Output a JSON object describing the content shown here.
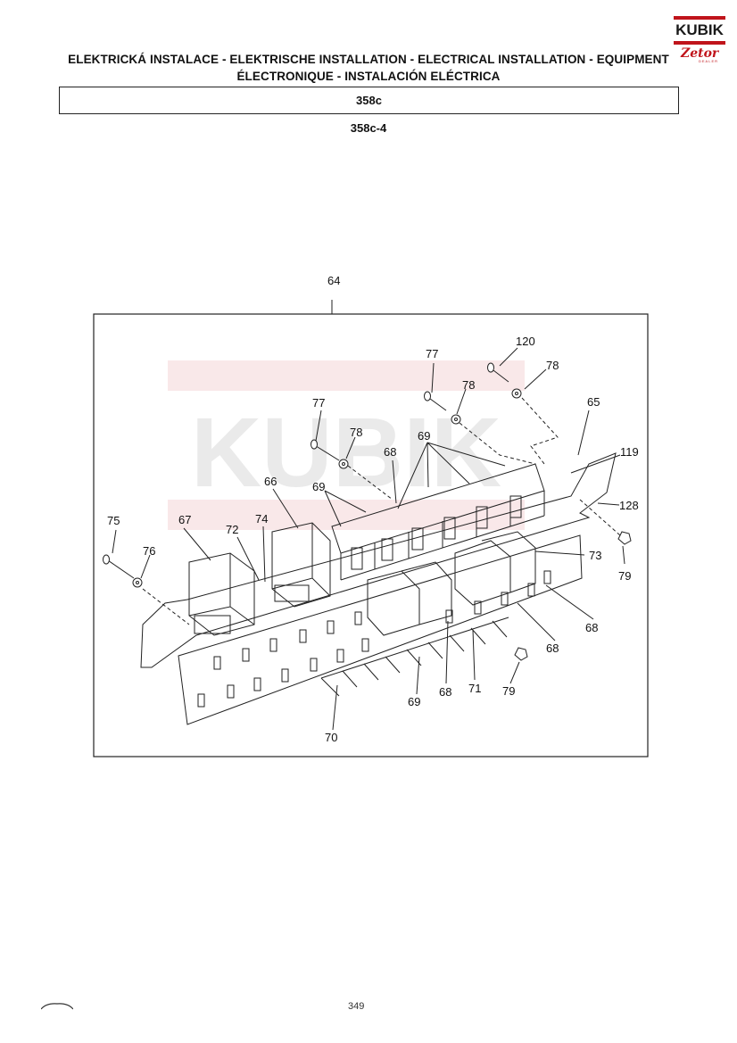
{
  "logo": {
    "brand": "KUBIK",
    "sub_brand": "Zetor",
    "tagline": "DEALER"
  },
  "header": {
    "title_line1": "ELEKTRICKÁ INSTALACE - ELEKTRISCHE INSTALLATION - ELECTRICAL INSTALLATION - EQUIPMENT",
    "title_line2": "ÉLECTRONIQUE - INSTALACIÓN ELÉCTRICA",
    "section_code": "358c",
    "figure_code": "358c-4"
  },
  "diagram": {
    "callouts": [
      "64",
      "120",
      "78",
      "77",
      "78",
      "65",
      "77",
      "78",
      "119",
      "69",
      "68",
      "66",
      "69",
      "128",
      "75",
      "67",
      "72",
      "74",
      "76",
      "73",
      "79",
      "68",
      "68",
      "69",
      "68",
      "71",
      "79",
      "70"
    ]
  },
  "colors": {
    "brand_red": "#c0141b",
    "line": "#222222"
  },
  "footer": {
    "page_number": "349"
  }
}
